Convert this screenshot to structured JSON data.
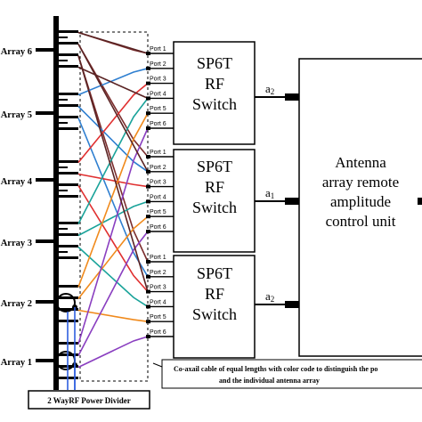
{
  "arrays": [
    {
      "label": "Array 6"
    },
    {
      "label": "Array 5"
    },
    {
      "label": "Array 4"
    },
    {
      "label": "Array 3"
    },
    {
      "label": "Array 2"
    },
    {
      "label": "Array 1"
    }
  ],
  "switches": [
    {
      "line1": "SP6T",
      "line2": "RF",
      "line3": "Switch",
      "signal": "a",
      "signal_sub": "2"
    },
    {
      "line1": "SP6T",
      "line2": "RF",
      "line3": "Switch",
      "signal": "a",
      "signal_sub": "1"
    },
    {
      "line1": "SP6T",
      "line2": "RF",
      "line3": "Switch",
      "signal": "a",
      "signal_sub": "2"
    }
  ],
  "ports": [
    "Port 1",
    "Port 2",
    "Port 3",
    "Port 4",
    "Port 5",
    "Port 6"
  ],
  "control_unit": {
    "line1": "Antenna",
    "line2": "array remote",
    "line3": "amplitude",
    "line4": "control unit"
  },
  "divider_label": "2 WayRF Power Divider",
  "cable_note": {
    "line1": "Co-axail cable of equal lengths with color code to distinguish the po",
    "line2": "and the individual antenna array"
  },
  "colors": {
    "array6": "#7b2d2d",
    "array5": "#2f7fd0",
    "array4": "#e03030",
    "array3": "#1aa39a",
    "array2": "#f08a1c",
    "array1": "#8a3fc0",
    "divider_trace": "#2f5fe0"
  }
}
